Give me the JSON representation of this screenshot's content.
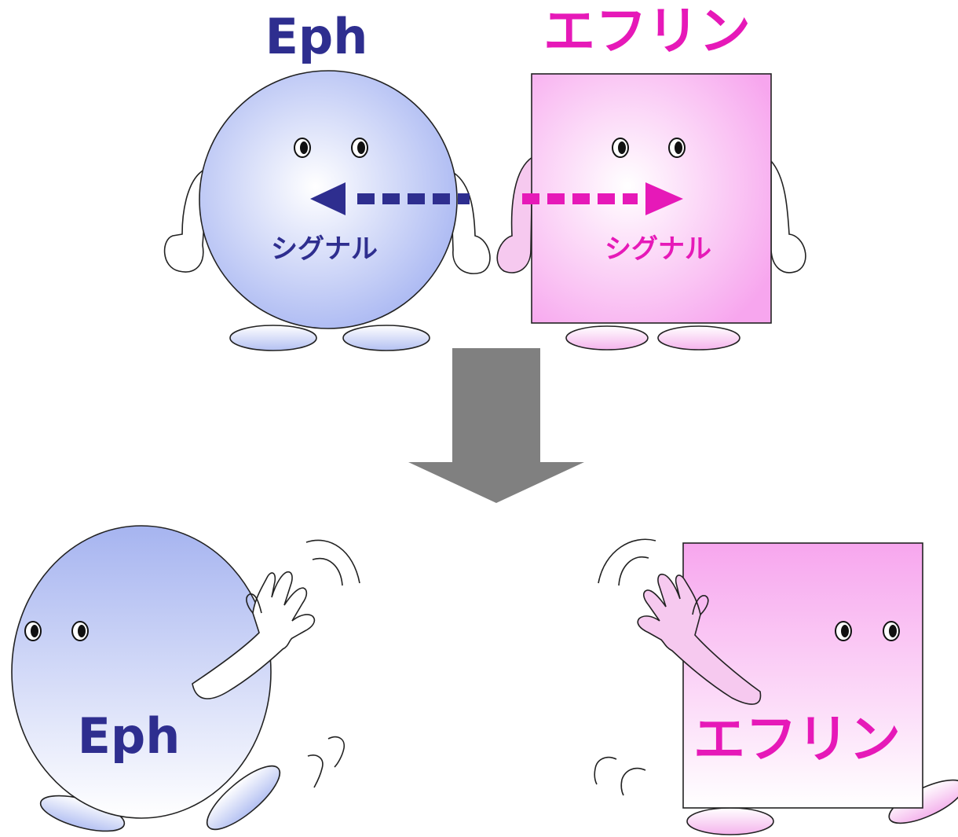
{
  "top": {
    "eph_label": "Eph",
    "ephrin_label": "エフリン",
    "eph_signal": "シグナル",
    "ephrin_signal": "シグナル"
  },
  "bottom": {
    "eph_label": "Eph",
    "ephrin_label": "エフリン"
  },
  "colors": {
    "eph": "#2e2e8f",
    "ephrin": "#e619b8",
    "arrow": "#808080"
  }
}
